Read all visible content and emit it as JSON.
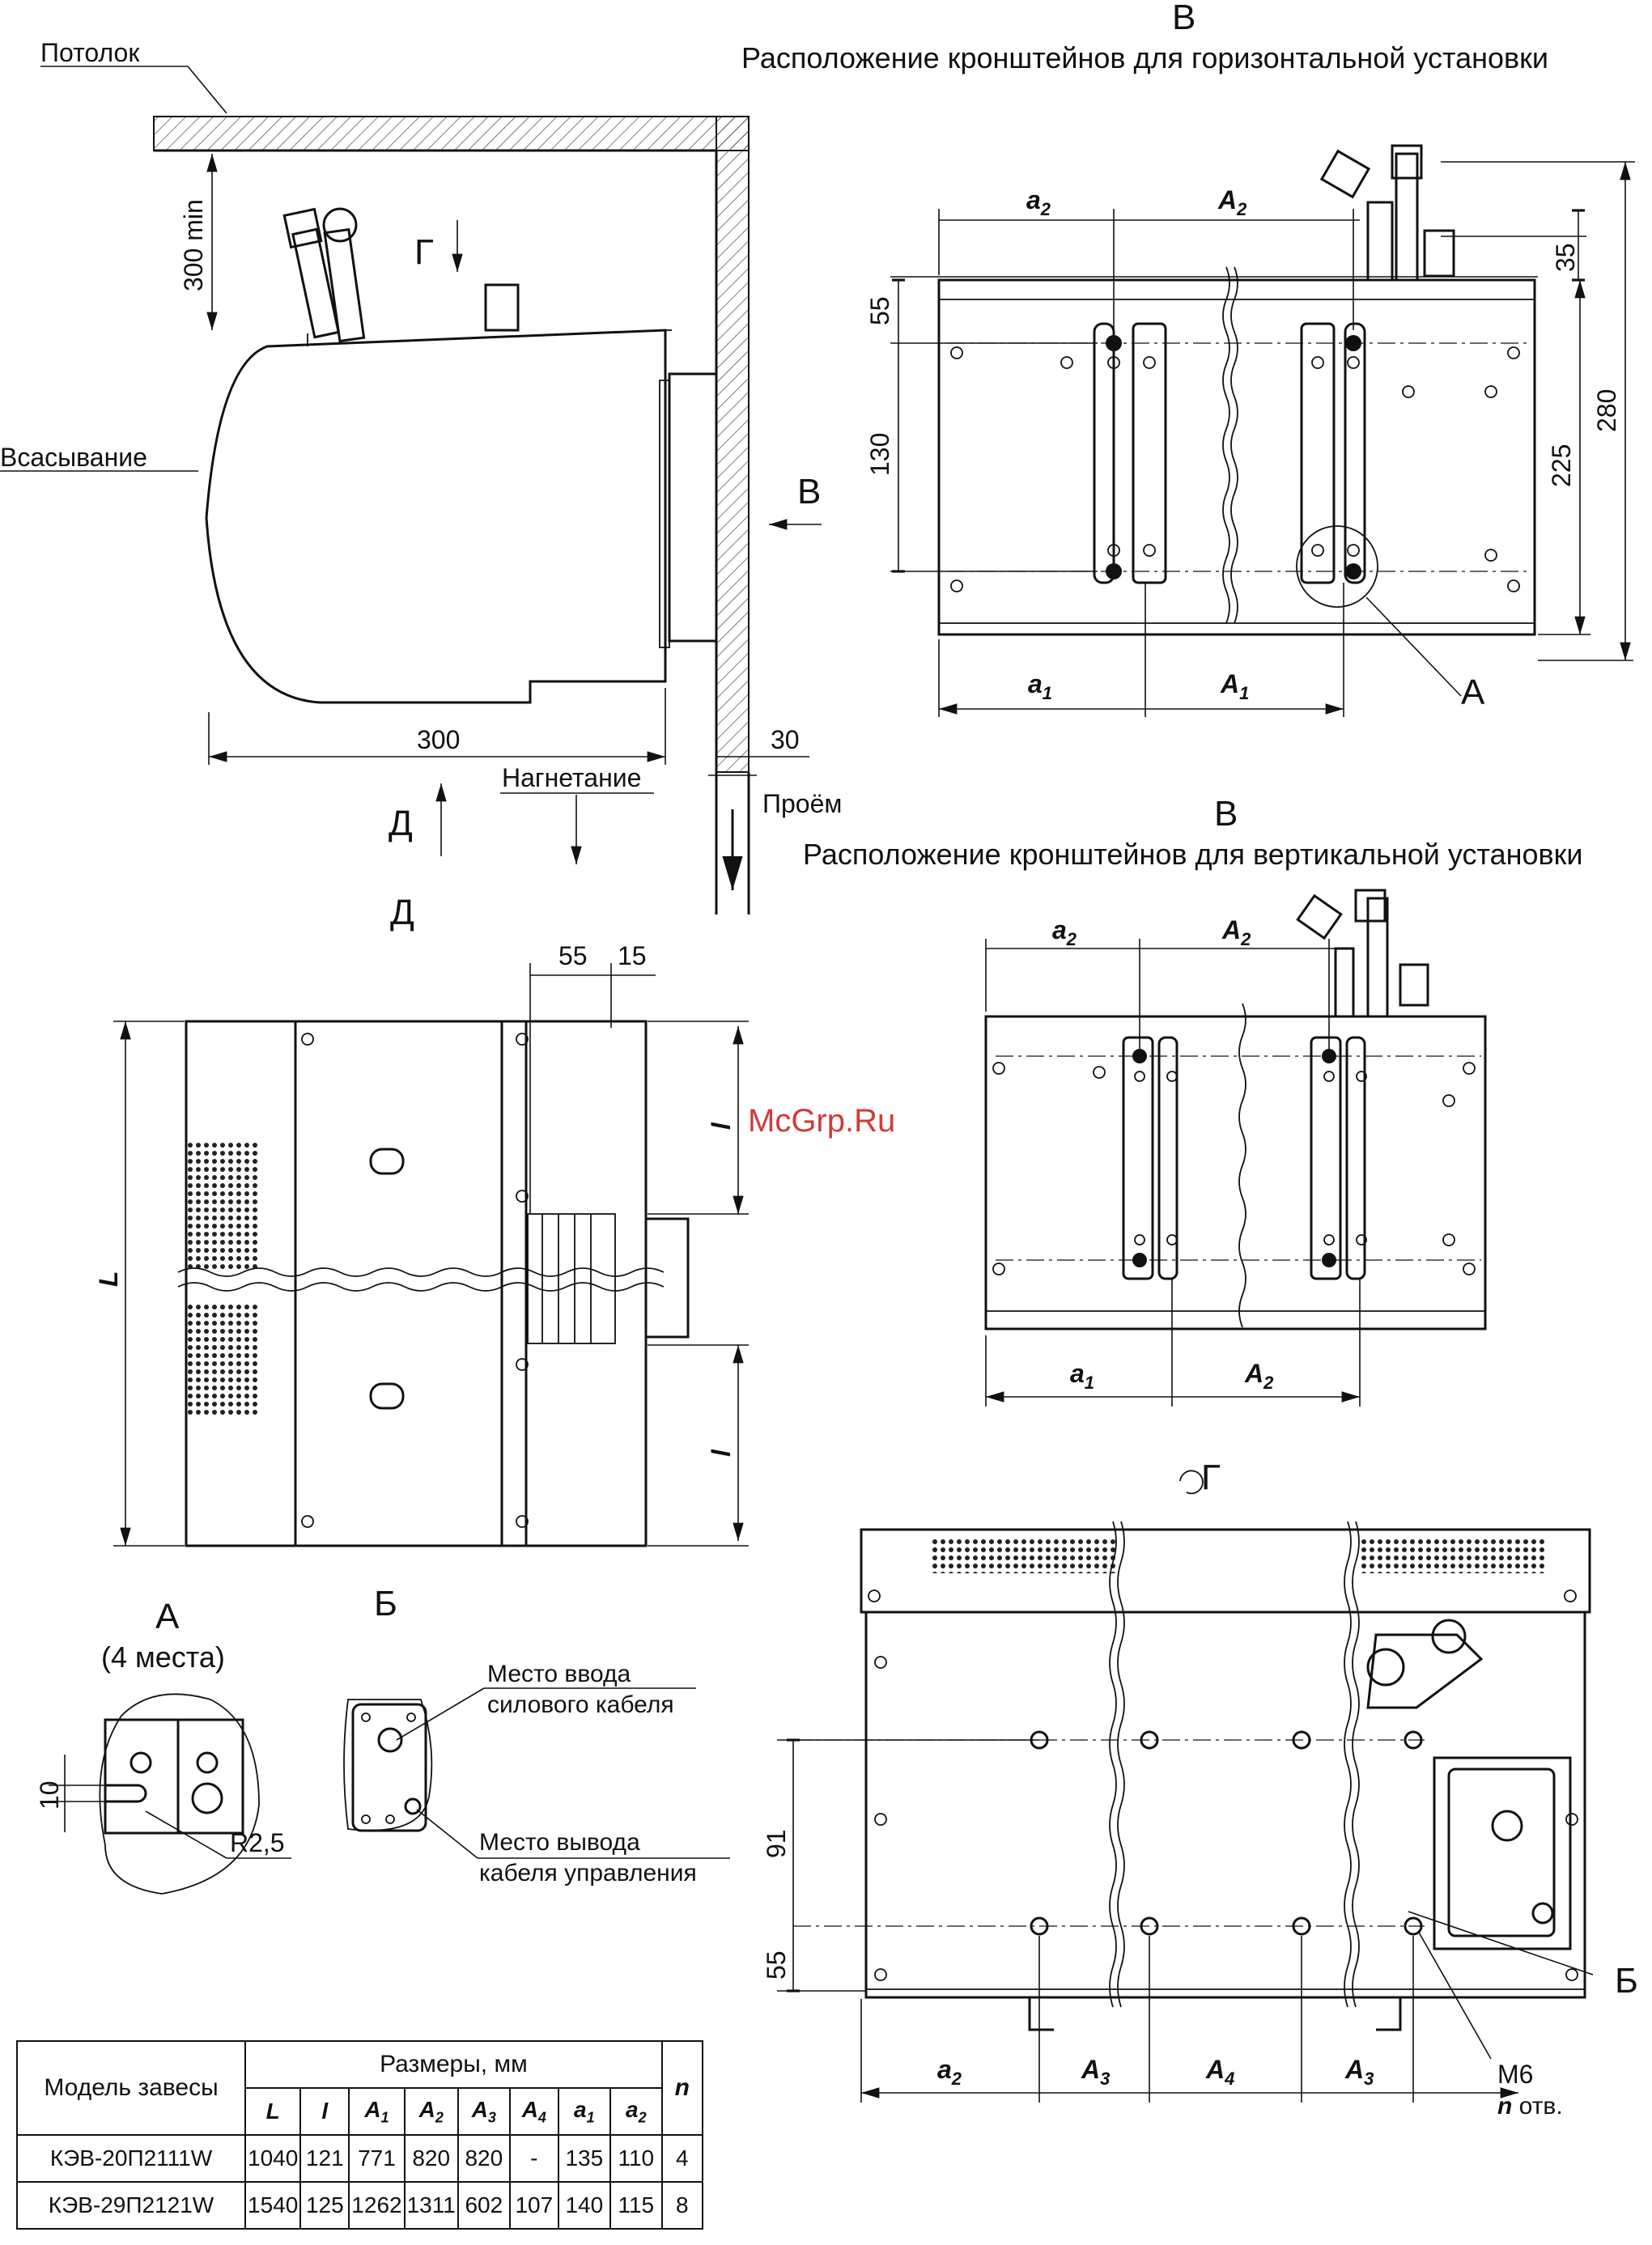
{
  "labels": {
    "ceiling": "Потолок",
    "intake": "Всасывание",
    "discharge": "Нагнетание",
    "opening": "Проём",
    "view_b_letter": "В",
    "view_g_letter": "Г",
    "view_d_letter": "Д",
    "view_b_horizontal_letter": "В",
    "view_b_horizontal_title": "Расположение кронштейнов для горизонтальной установки",
    "view_b_vertical_letter": "В",
    "view_b_vertical_title": "Расположение кронштейнов для вертикальной установки",
    "view_d_title": "Д",
    "view_g_title": "Г",
    "detail_a_letter": "А",
    "detail_a_title": "А",
    "detail_a_sub": "(4 места)",
    "detail_b_title": "Б",
    "detail_b_letter": "Б",
    "power_cable_1": "Место ввода",
    "power_cable_2": "силового кабеля",
    "control_cable_1": "Место вывода",
    "control_cable_2": "кабеля управления",
    "m6": "М6",
    "n_holes_n": "n",
    "n_holes_suffix": " отв.",
    "watermark": "McGrp.Ru"
  },
  "dims": {
    "ceiling_gap": "300 min",
    "depth": "300",
    "wall": "30",
    "v55": "55",
    "v130": "130",
    "v35": "35",
    "v225": "225",
    "v280": "280",
    "d55": "55",
    "d15": "15",
    "detail_10": "10",
    "r25": "R2,5",
    "g91": "91",
    "g55": "55",
    "L": "L",
    "l": "l",
    "a1": "a",
    "a2": "a",
    "A1": "A",
    "A2": "A",
    "A3": "A",
    "A4": "A",
    "sub1": "1",
    "sub2": "2",
    "sub3": "3",
    "sub4": "4"
  },
  "table": {
    "model_header": "Модель завесы",
    "sizes_header": "Размеры, мм",
    "n_header": "n",
    "columns": [
      "L",
      "l",
      "A1",
      "A2",
      "A3",
      "A4",
      "a1",
      "a2"
    ],
    "rows": [
      {
        "model": "КЭВ-20П2111W",
        "values": [
          "1040",
          "121",
          "771",
          "820",
          "820",
          "-",
          "135",
          "110"
        ],
        "n": "4"
      },
      {
        "model": "КЭВ-29П2121W",
        "values": [
          "1540",
          "125",
          "1262",
          "1311",
          "602",
          "107",
          "140",
          "115"
        ],
        "n": "8"
      }
    ]
  }
}
